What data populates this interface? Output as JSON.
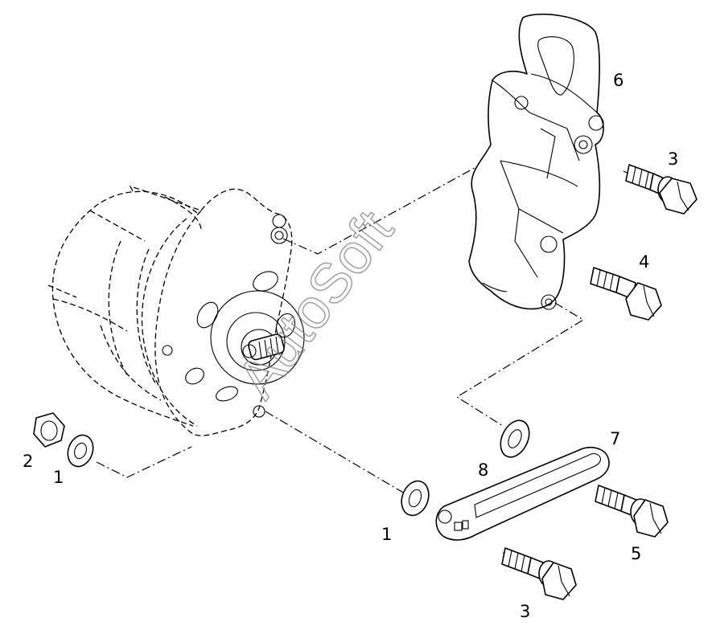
{
  "watermark": "AutoSoft",
  "callouts": {
    "washer_left": "1",
    "nut_left": "2",
    "washer_bottom": "1",
    "bolt_upper_right": "3",
    "bolt_bottom": "3",
    "bolt_mid_right": "4",
    "bolt_adjuster": "5",
    "bracket": "6",
    "adjusting_link": "7",
    "spacer": "8"
  },
  "colors": {
    "line": "#000000",
    "watermark": "#8a8a8a",
    "background": "#ffffff"
  }
}
